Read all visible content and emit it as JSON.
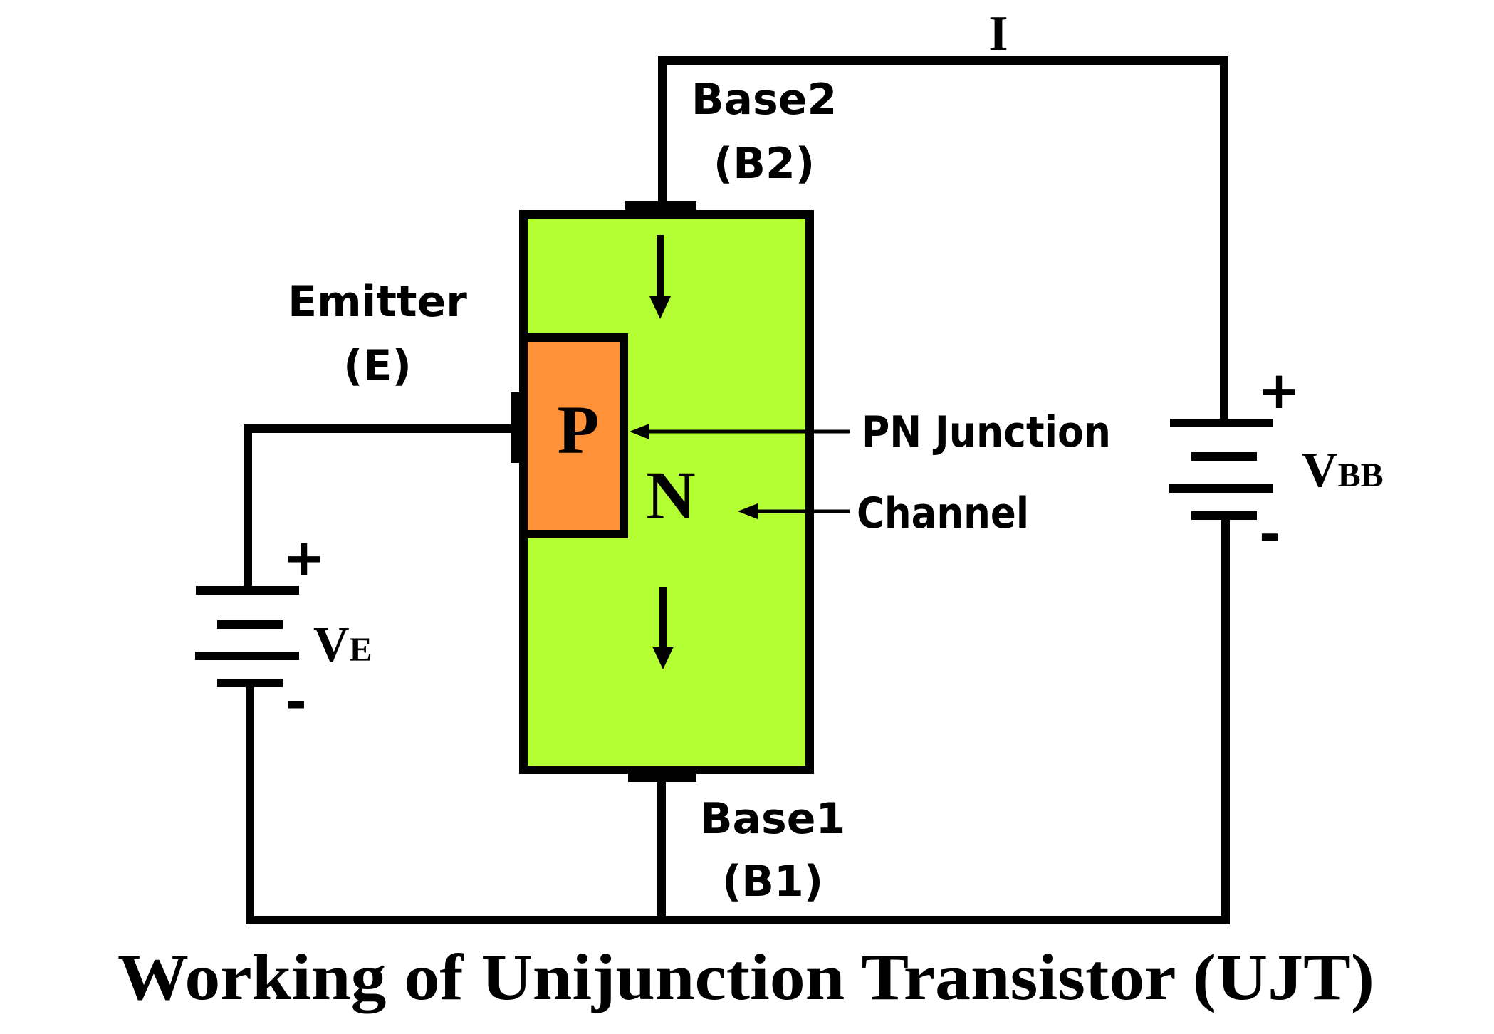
{
  "title": "Working of Unijunction Transistor (UJT)",
  "colors": {
    "n_region": "#b3ff33",
    "p_region": "#ff9138",
    "wire": "#000000",
    "background": "#ffffff"
  },
  "labels": {
    "current": "I",
    "base2_name": "Base2",
    "base2_symbol": "(B2)",
    "emitter_name": "Emitter",
    "emitter_symbol": "(E)",
    "base1_name": "Base1",
    "base1_symbol": "(B1)",
    "p_region": "P",
    "n_region": "N",
    "pn_junction": "PN Junction",
    "channel": "Channel"
  },
  "sources": {
    "ve": {
      "main": "V",
      "sub": "E",
      "plus": "+",
      "minus": "-"
    },
    "vbb": {
      "main": "V",
      "sub": "BB",
      "plus": "+",
      "minus": "-"
    }
  }
}
